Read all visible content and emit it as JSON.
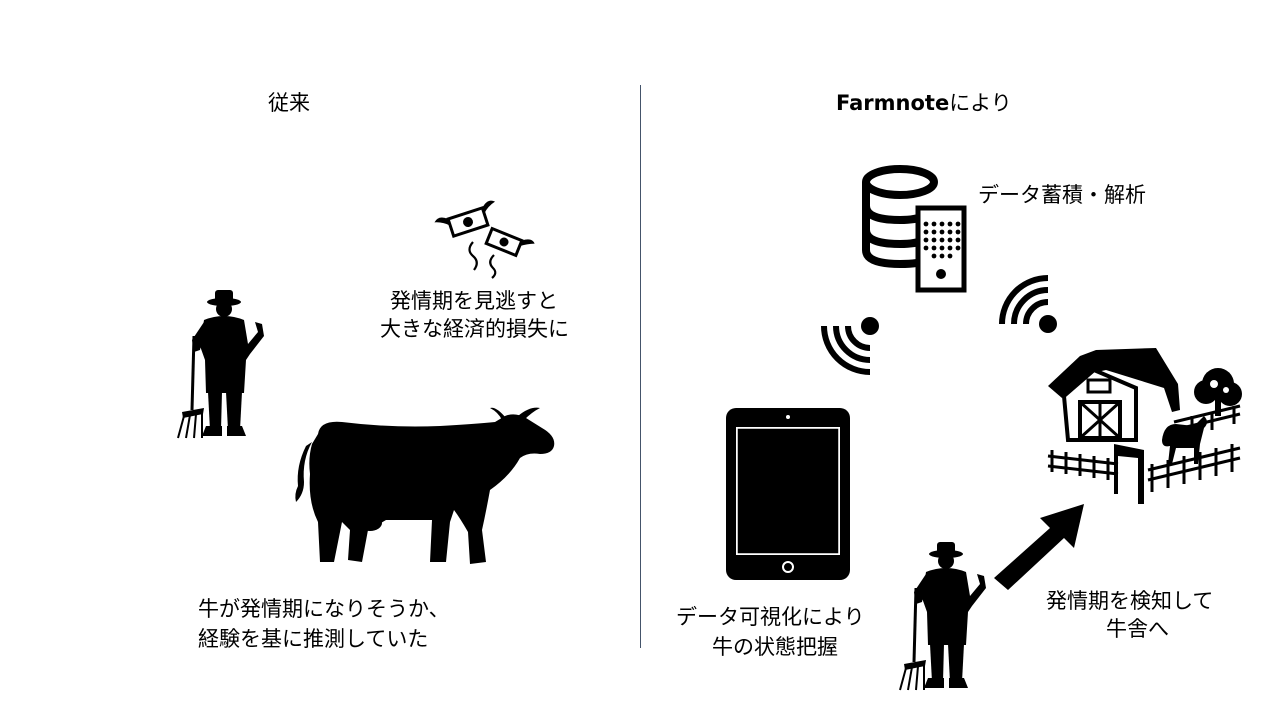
{
  "left": {
    "heading": "従来",
    "loss_caption_line1": "発情期を見逃すと",
    "loss_caption_line2": "大きな経済的損失に",
    "bottom_caption_line1": "牛が発情期になりそうか、",
    "bottom_caption_line2": "経験を基に推測していた"
  },
  "right": {
    "heading_brand": "Farmnote",
    "heading_suffix": "により",
    "data_caption": "データ蓄積・解析",
    "tablet_caption_line1": "データ可視化により",
    "tablet_caption_line2": "牛の状態把握",
    "barn_caption_line1": "発情期を検知して",
    "barn_caption_line2": "牛舎へ"
  },
  "icons": {
    "left": [
      "money-flying-icon",
      "farmer-icon",
      "cow-icon"
    ],
    "right": [
      "database-server-icon",
      "wifi-signal-icon",
      "tablet-icon",
      "barn-icon",
      "farmer-icon",
      "arrow-icon"
    ]
  },
  "colors": {
    "divider": "#44546a",
    "ink": "#000000"
  }
}
